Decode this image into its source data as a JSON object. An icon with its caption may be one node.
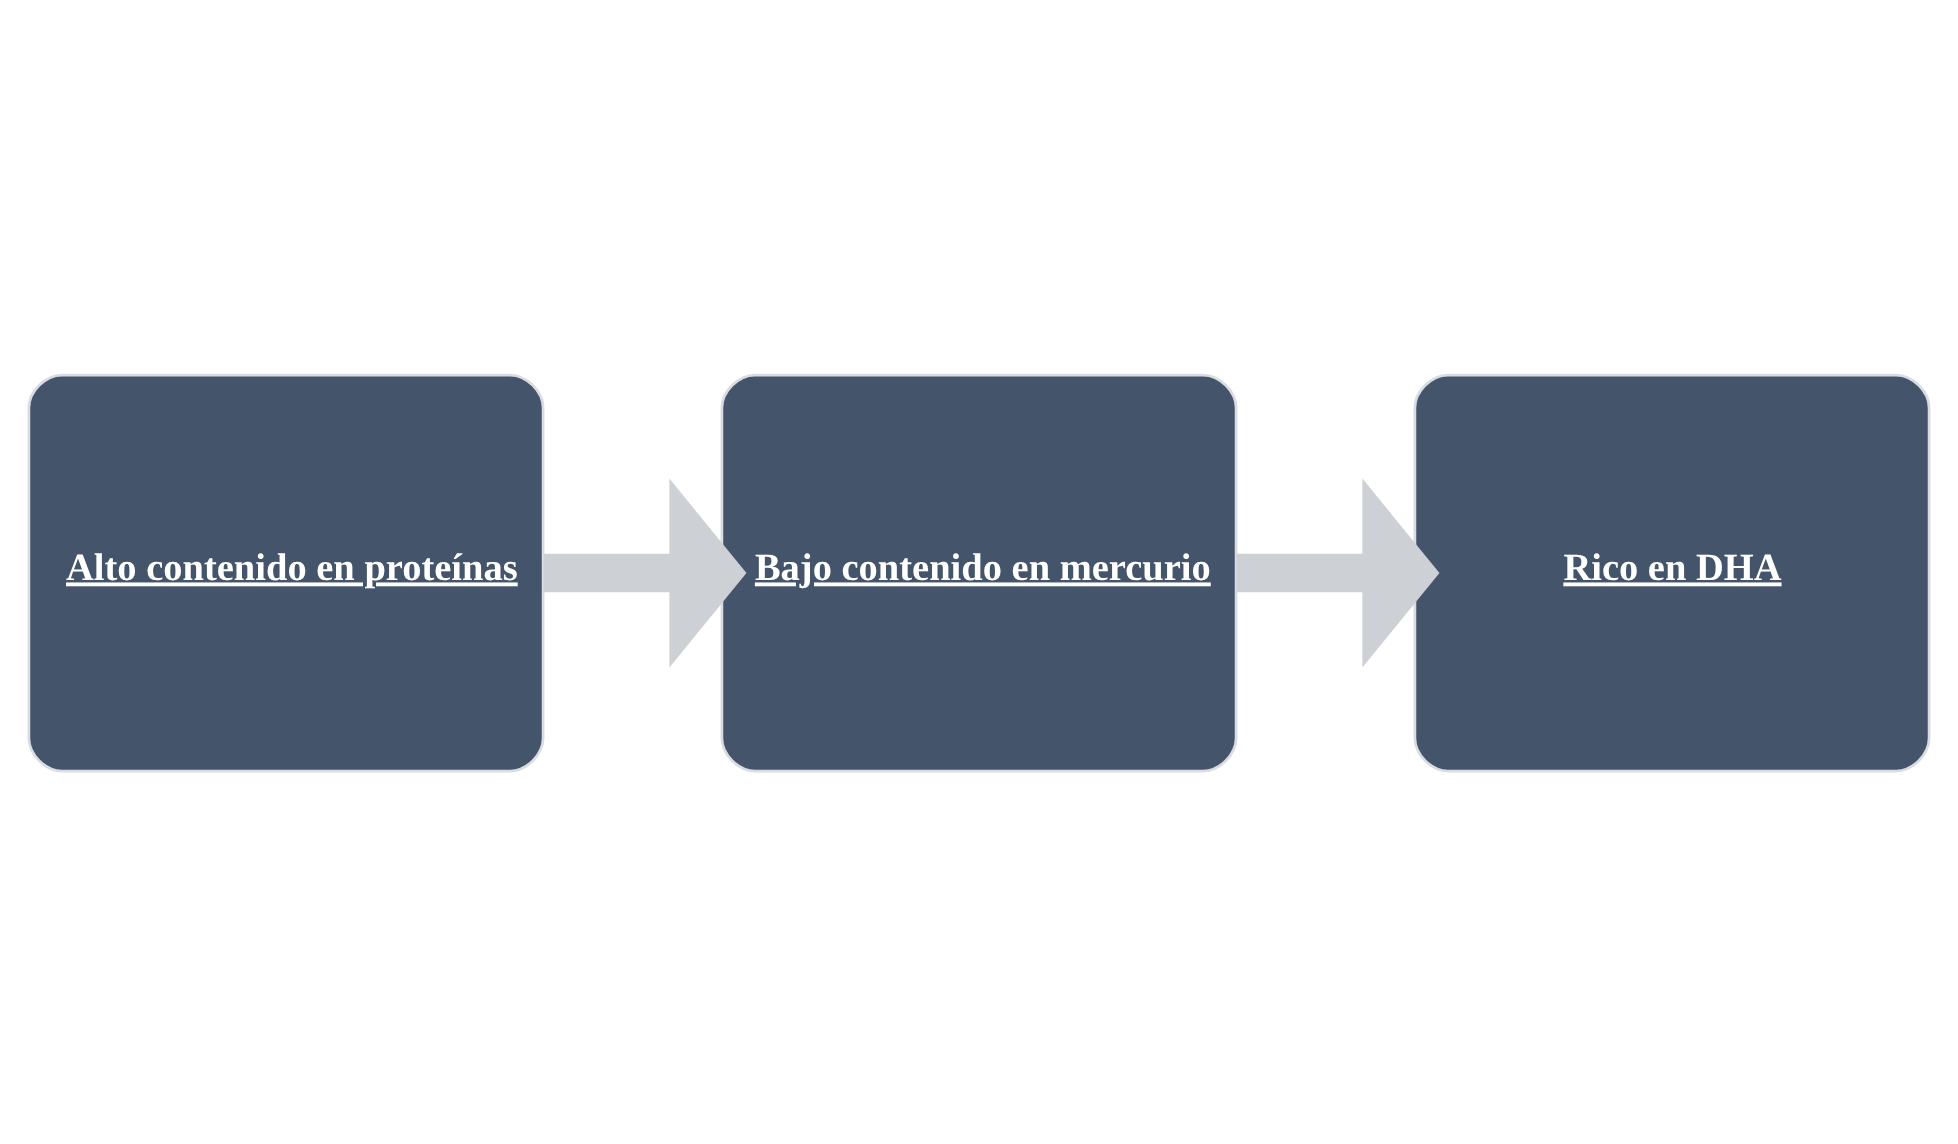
{
  "diagram": {
    "nodes": [
      {
        "text": [
          "Alto contenido en proteínas"
        ]
      },
      {
        "text": [
          "Bajo contenido en mercurio"
        ]
      },
      {
        "text": [
          "Rico en DHA"
        ]
      }
    ],
    "edges": [
      {
        "from": 0,
        "to": 1,
        "arrow": "to"
      },
      {
        "from": 1,
        "to": 2,
        "arrow": "to"
      }
    ]
  }
}
